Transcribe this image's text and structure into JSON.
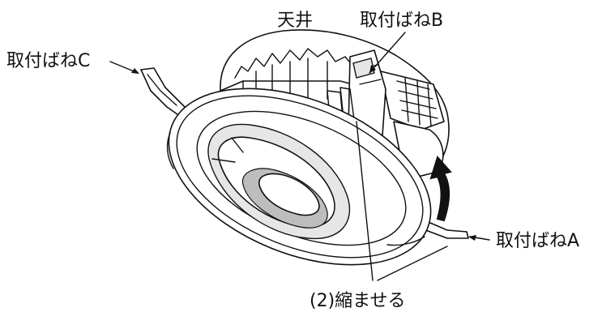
{
  "labels": {
    "ceiling": "天井",
    "spring_a": "取付ばねA",
    "spring_b": "取付ばねB",
    "spring_c": "取付ばねC",
    "step": "(2)縮ませる"
  }
}
